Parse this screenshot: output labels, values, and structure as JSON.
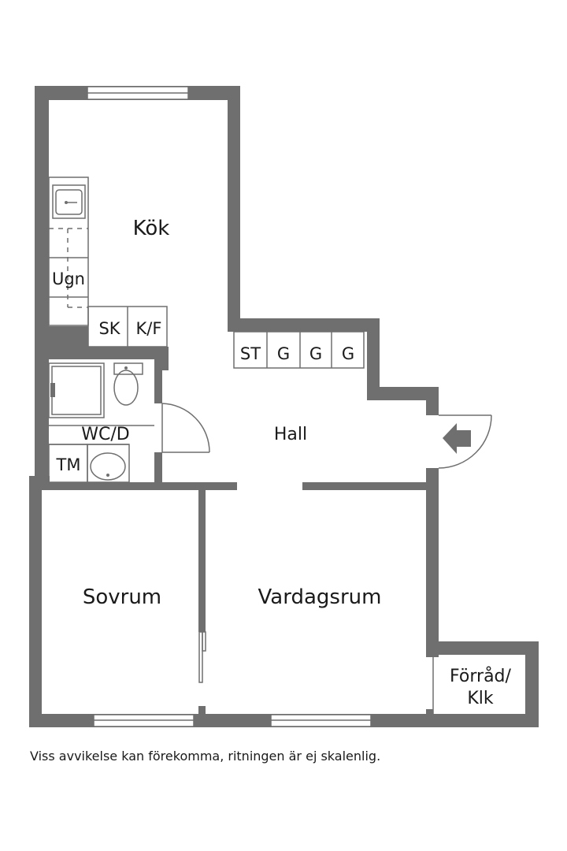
{
  "rooms": {
    "kitchen": "Kök",
    "oven": "Ugn",
    "sk": "SK",
    "kf": "K/F",
    "st": "ST",
    "g1": "G",
    "g2": "G",
    "g3": "G",
    "hall": "Hall",
    "wc": "WC/D",
    "tm": "TM",
    "bedroom": "Sovrum",
    "living": "Vardagsrum",
    "storage_line1": "Förråd/",
    "storage_line2": "Klk"
  },
  "disclaimer": "Viss avvikelse kan förekomma, ritningen är ej skalenlig.",
  "colors": {
    "wall": "#6f6f6f",
    "background": "#ffffff",
    "text": "#1a1a1a"
  }
}
